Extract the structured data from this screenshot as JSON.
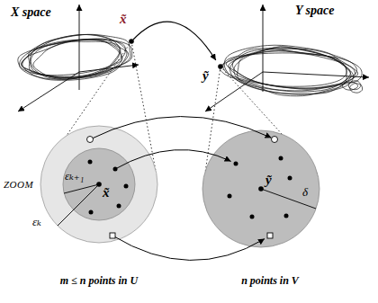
{
  "diagram": {
    "labels": [
      "X space",
      "Y space",
      "x̃",
      "ỹ",
      "ZOOM",
      "εₖ₊₁",
      "εₖ",
      "x̃",
      "ỹ",
      "δ",
      "m ≤ n points in U",
      "n points in V"
    ]
  }
}
